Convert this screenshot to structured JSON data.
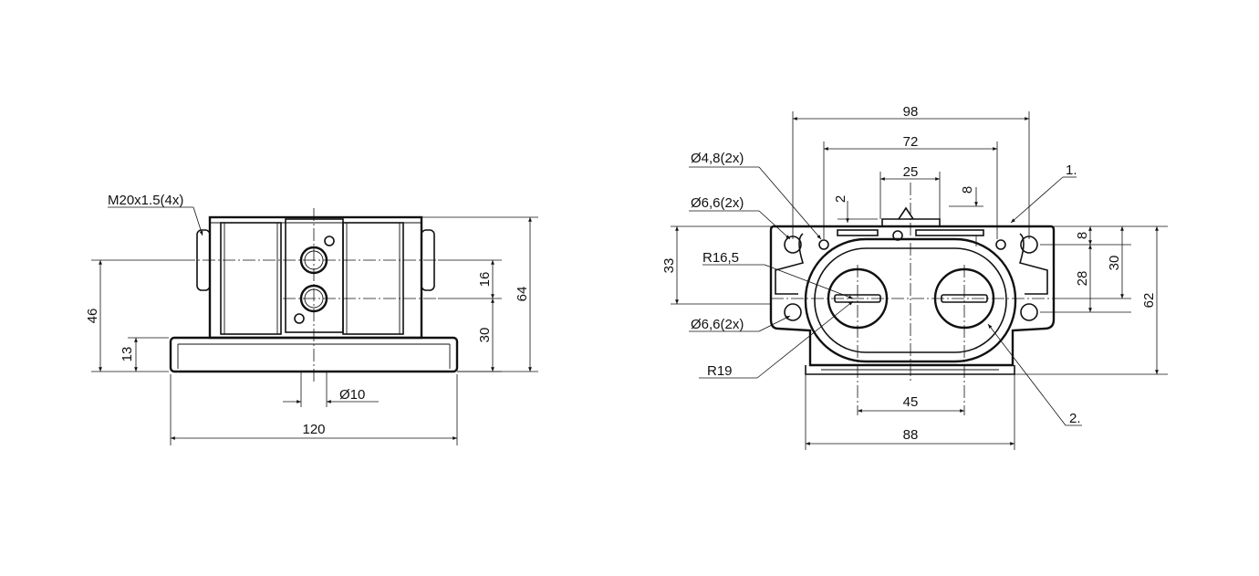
{
  "side_view": {
    "thread_callout": "M20x1.5(4x)",
    "dim_46": "46",
    "dim_13": "13",
    "dim_16": "16",
    "dim_30": "30",
    "dim_64": "64",
    "dim_dia10": "Ø10",
    "dim_120": "120"
  },
  "front_view": {
    "dim_98": "98",
    "dim_72": "72",
    "dim_25": "25",
    "dim_2": "2",
    "dim_8_top": "8",
    "callout_dia48": "Ø4,8(2x)",
    "callout_dia66_upper": "Ø6,6(2x)",
    "callout_r165": "R16,5",
    "callout_dia66_lower": "Ø6,6(2x)",
    "callout_r19": "R19",
    "callout_1": "1.",
    "callout_2": "2.",
    "dim_33": "33",
    "dim_8_right": "8",
    "dim_28": "28",
    "dim_30": "30",
    "dim_62": "62",
    "dim_45": "45",
    "dim_88": "88"
  }
}
